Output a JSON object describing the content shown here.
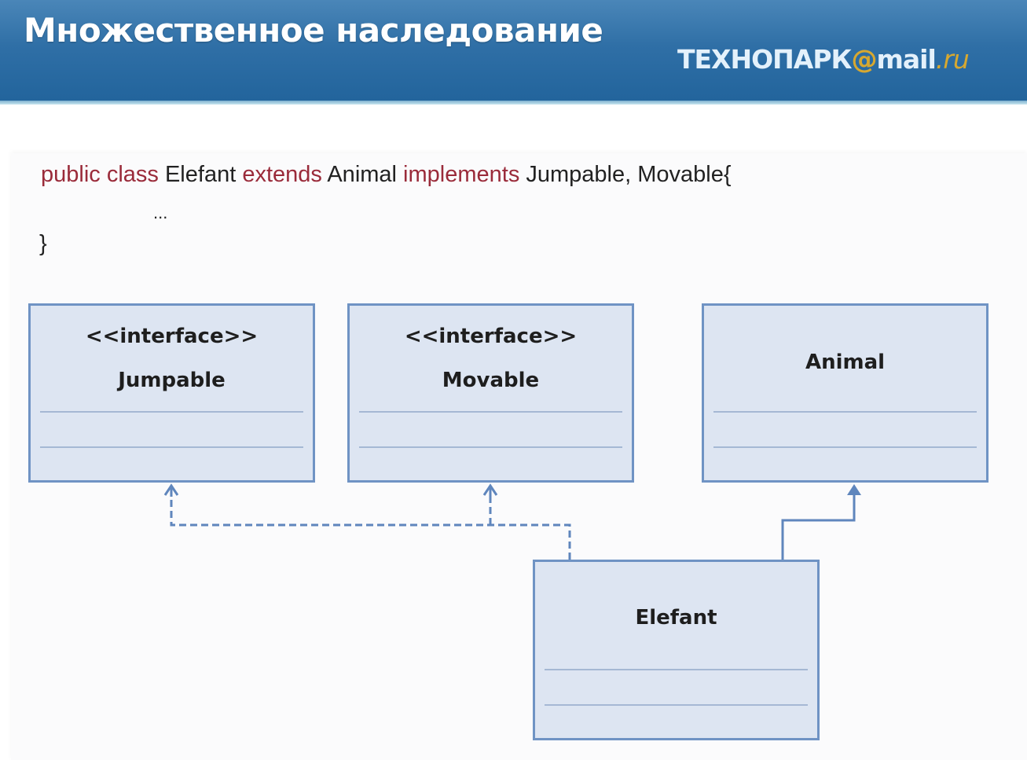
{
  "header": {
    "title": "Множественное наследование",
    "logo": {
      "brand": "ТЕХНОПАРК",
      "at": "@",
      "mail": "mail",
      "dot_ru": ".ru"
    },
    "colors": {
      "header_bg": "#2f6fa6",
      "logo_accent": "#d7a830"
    }
  },
  "code": {
    "line1": [
      {
        "text": "public class ",
        "type": "keyword"
      },
      {
        "text": "Elefant ",
        "type": "identifier"
      },
      {
        "text": "extends ",
        "type": "keyword"
      },
      {
        "text": "Animal ",
        "type": "identifier"
      },
      {
        "text": "implements ",
        "type": "keyword"
      },
      {
        "text": "Jumpable, Movable{",
        "type": "identifier"
      }
    ],
    "line2": "...",
    "line3": "}",
    "keyword_color": "#9a2b3a"
  },
  "diagram": {
    "classes": [
      {
        "id": "jumpable",
        "stereotype": "<<interface>>",
        "name": "Jumpable"
      },
      {
        "id": "movable",
        "stereotype": "<<interface>>",
        "name": "Movable"
      },
      {
        "id": "animal",
        "stereotype": "",
        "name": "Animal"
      },
      {
        "id": "elefant",
        "stereotype": "",
        "name": "Elefant"
      }
    ],
    "relations": [
      {
        "from": "elefant",
        "to": "jumpable",
        "type": "realization",
        "style": "dashed"
      },
      {
        "from": "elefant",
        "to": "movable",
        "type": "realization",
        "style": "dashed"
      },
      {
        "from": "elefant",
        "to": "animal",
        "type": "generalization",
        "style": "solid"
      }
    ],
    "colors": {
      "box_fill": "#dde5f2",
      "box_border": "#6f93c4",
      "connector": "#5f86bd"
    }
  }
}
